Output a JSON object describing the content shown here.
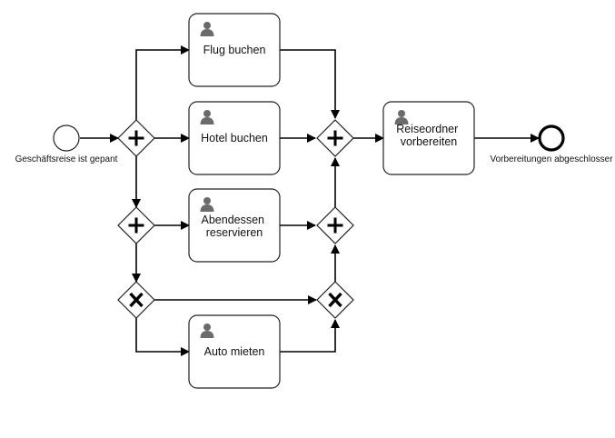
{
  "events": {
    "start": {
      "label": "Geschäftsreise ist gepant"
    },
    "end": {
      "label": "Vorbereitungen abgeschlosser"
    }
  },
  "tasks": {
    "flug": {
      "lines": [
        "Flug buchen"
      ],
      "icon": "user-icon"
    },
    "hotel": {
      "lines": [
        "Hotel buchen"
      ],
      "icon": "user-icon"
    },
    "abendessen": {
      "lines": [
        "Abendessen",
        "reservieren"
      ],
      "icon": "user-icon"
    },
    "auto": {
      "lines": [
        "Auto mieten"
      ],
      "icon": "user-icon"
    },
    "reiseordner": {
      "lines": [
        "Reiseordner",
        "vorbereiten"
      ],
      "icon": "user-icon"
    }
  },
  "gateways": {
    "split_main": {
      "type": "parallel",
      "icon": "plus-icon"
    },
    "split_second": {
      "type": "parallel",
      "icon": "plus-icon"
    },
    "split_exclusive": {
      "type": "exclusive",
      "icon": "x-icon"
    },
    "join_main": {
      "type": "parallel",
      "icon": "plus-icon"
    },
    "join_second": {
      "type": "parallel",
      "icon": "plus-icon"
    },
    "join_exclusive": {
      "type": "exclusive",
      "icon": "x-icon"
    }
  }
}
